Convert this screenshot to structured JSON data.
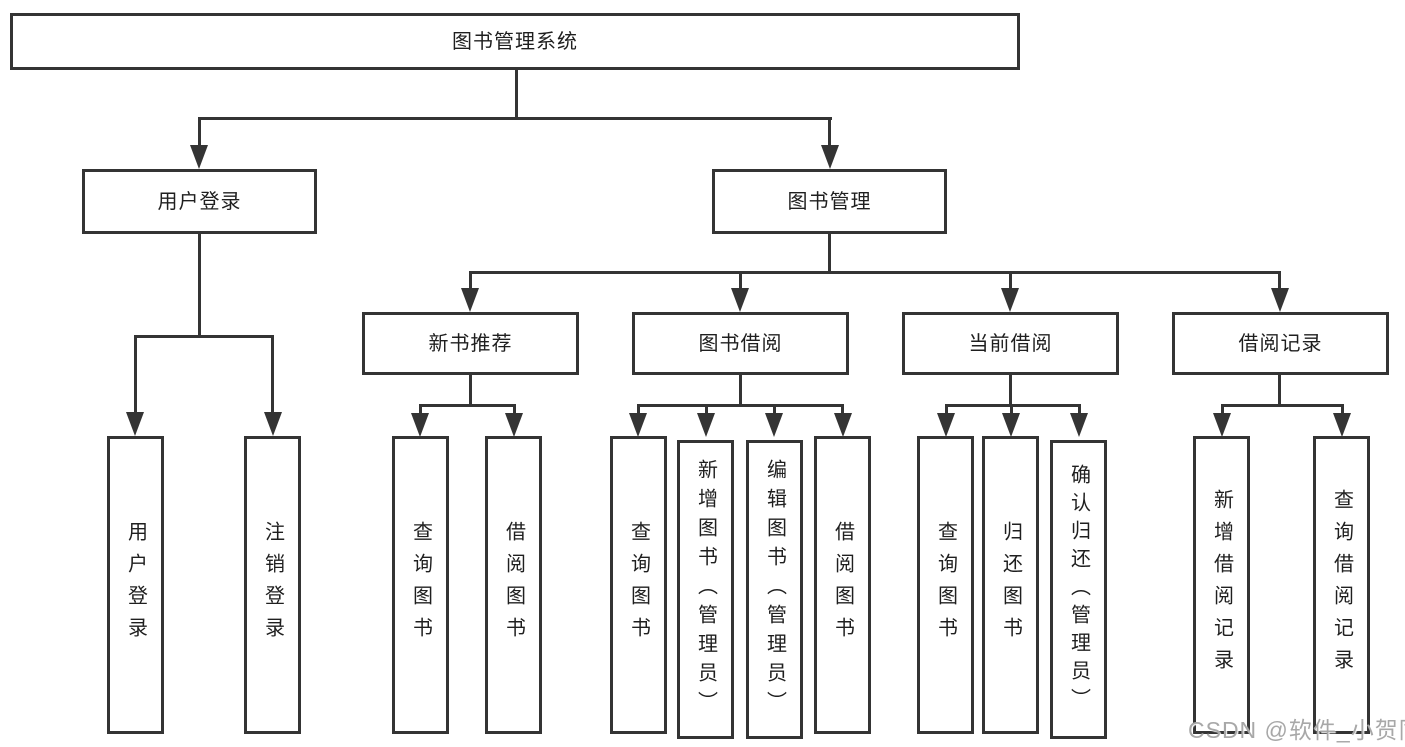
{
  "diagram": {
    "root": {
      "label": "图书管理系统"
    },
    "level1": [
      {
        "label": "用户登录"
      },
      {
        "label": "图书管理"
      }
    ],
    "level2": [
      {
        "label": "新书推荐"
      },
      {
        "label": "图书借阅"
      },
      {
        "label": "当前借阅"
      },
      {
        "label": "借阅记录"
      }
    ],
    "leaves": {
      "user_login": [
        "用户登录",
        "注销登录"
      ],
      "new_book_recommend": [
        "查询图书",
        "借阅图书"
      ],
      "book_borrow": [
        "查询图书",
        "新增图书（管理员）",
        "编辑图书（管理员）",
        "借阅图书"
      ],
      "current_borrow": [
        "查询图书",
        "归还图书",
        "确认归还（管理员）"
      ],
      "borrow_record": [
        "新增借阅记录",
        "查询借阅记录"
      ]
    }
  },
  "watermark": {
    "text": "CSDN @软件_小贺同学",
    "color": "#a8a8a8"
  },
  "colors": {
    "line": "#343434",
    "text": "#1f1f1f",
    "background": "#ffffff"
  }
}
